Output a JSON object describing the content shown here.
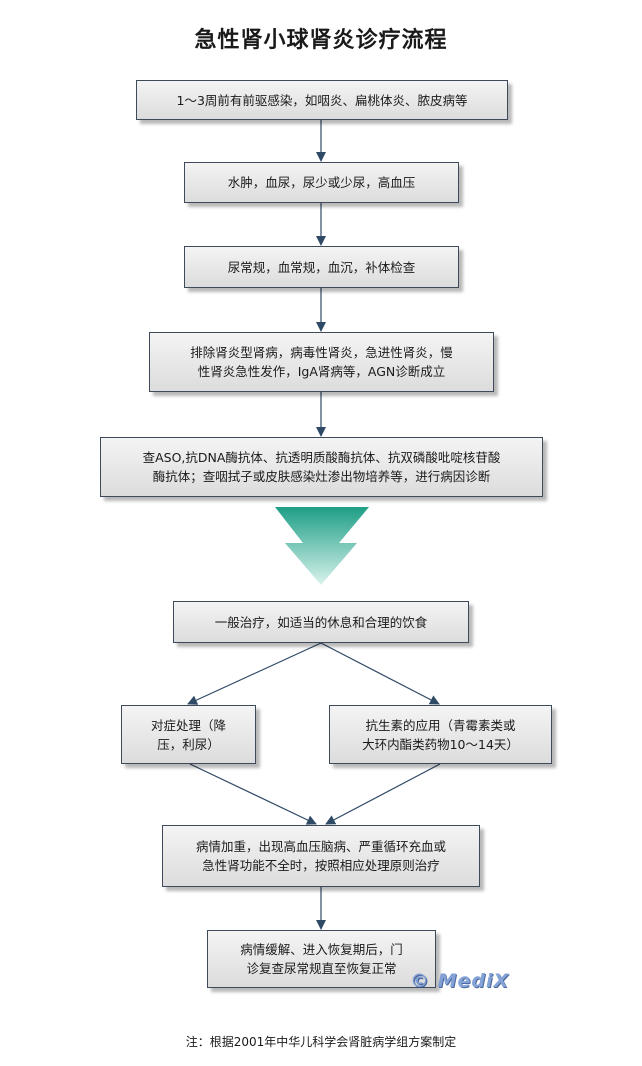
{
  "title": "急性肾小球肾炎诊疗流程",
  "steps": {
    "s1": "1～3周前有前驱感染，如咽炎、扁桃体炎、脓皮病等",
    "s2": "水肿，血尿，尿少或少尿，高血压",
    "s3": "尿常规，血常规，血沉，补体检查",
    "s4": [
      "排除肾炎型肾病，病毒性肾炎，急进性肾炎，慢",
      "性肾炎急性发作，IgA肾病等，AGN诊断成立"
    ],
    "s5": [
      "查ASO,抗DNA酶抗体、抗透明质酸酶抗体、抗双磷酸吡啶核苷酸",
      "酶抗体；查咽拭子或皮肤感染灶渗出物培养等，进行病因诊断"
    ],
    "s6": "一般治疗，如适当的休息和合理的饮食",
    "s7": [
      "对症处理（降",
      "压，利尿）"
    ],
    "s8": [
      "抗生素的应用（青霉素类或",
      "大环内酯类药物10～14天）"
    ],
    "s9": [
      "病情加重，出现高血压脑病、严重循环充血或",
      "急性肾功能不全时，按照相应处理原则治疗"
    ],
    "s10": [
      "病情缓解、进入恢复期后，门",
      "诊复查尿常规直至恢复正常"
    ]
  },
  "watermark": "© MediX",
  "footnote": "注：根据2001年中华儿科学会肾脏病学组方案制定",
  "colors": {
    "line": "#2f4a66",
    "arrow_big_top": "#1e9e86",
    "arrow_big_bottom": "#d9f3ec"
  }
}
